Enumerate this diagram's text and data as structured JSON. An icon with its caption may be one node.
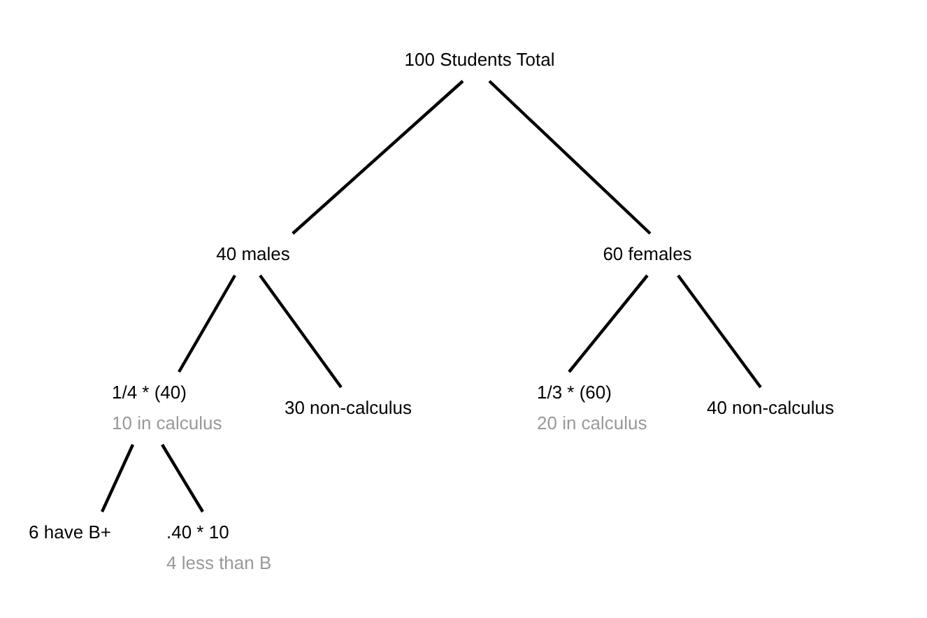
{
  "diagram": {
    "nodes": [
      {
        "text": [
          "100 Students Total"
        ]
      },
      {
        "text": [
          "40 males"
        ]
      },
      {
        "text": [
          "60 females"
        ]
      },
      {
        "text": [
          "1/4 * (40)",
          "10 in calculus"
        ]
      },
      {
        "text": [
          "30 non-calculus"
        ]
      },
      {
        "text": [
          "1/3 * (60)",
          "20 in calculus"
        ]
      },
      {
        "text": [
          "40 non-calculus"
        ]
      },
      {
        "text": [
          "6 have B+"
        ]
      },
      {
        "text": [
          ".40 * 10",
          "4 less than B"
        ]
      }
    ],
    "edges": [
      {
        "from": 0,
        "to": 1,
        "arrow": "none"
      },
      {
        "from": 0,
        "to": 2,
        "arrow": "none"
      },
      {
        "from": 1,
        "to": 3,
        "arrow": "none"
      },
      {
        "from": 1,
        "to": 4,
        "arrow": "none"
      },
      {
        "from": 2,
        "to": 5,
        "arrow": "none"
      },
      {
        "from": 2,
        "to": 6,
        "arrow": "none"
      },
      {
        "from": 3,
        "to": 7,
        "arrow": "none"
      },
      {
        "from": 3,
        "to": 8,
        "arrow": "none"
      }
    ]
  }
}
